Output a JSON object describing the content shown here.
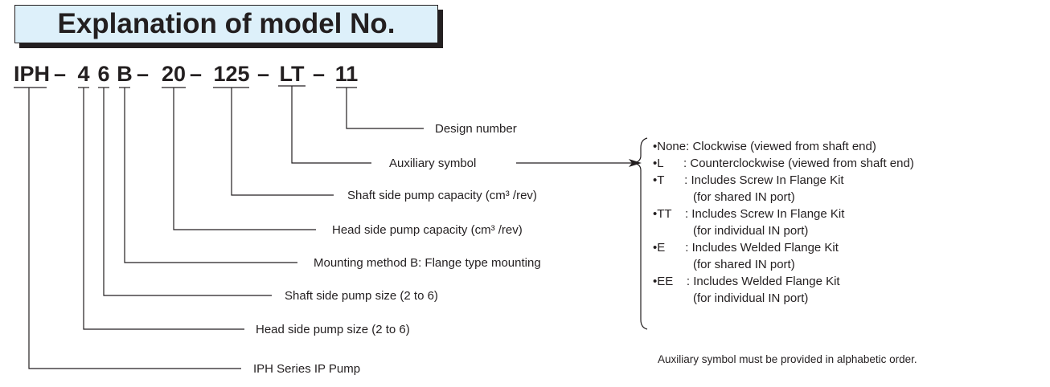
{
  "title": "Explanation of model No.",
  "model_code": {
    "series": "IPH",
    "head_size": "4",
    "shaft_size": "6",
    "mounting": "B",
    "head_capacity": "20",
    "shaft_capacity": "125",
    "auxiliary": "LT",
    "design": "11",
    "dash": "–"
  },
  "labels": {
    "design": "Design number",
    "auxiliary": "Auxiliary symbol",
    "shaft_capacity": "Shaft side pump capacity (cm³ /rev)",
    "head_capacity": "Head side pump capacity (cm³ /rev)",
    "mounting": "Mounting method B: Flange type mounting",
    "shaft_size": "Shaft side pump size (2 to 6)",
    "head_size": "Head side pump size (2 to 6)",
    "series": "IPH Series IP Pump"
  },
  "auxiliary_options": [
    "•None: Clockwise (viewed from shaft end)",
    "•L      : Counterclockwise (viewed from shaft end)",
    "•T      : Includes Screw In Flange Kit",
    "            (for shared IN port)",
    "•TT    : Includes Screw In Flange Kit",
    "            (for individual IN port)",
    "•E      : Includes Welded Flange Kit",
    "            (for shared IN port)",
    "•EE    : Includes Welded Flange Kit",
    "            (for individual IN port)"
  ],
  "note": "Auxiliary symbol must be provided in alphabetic order."
}
